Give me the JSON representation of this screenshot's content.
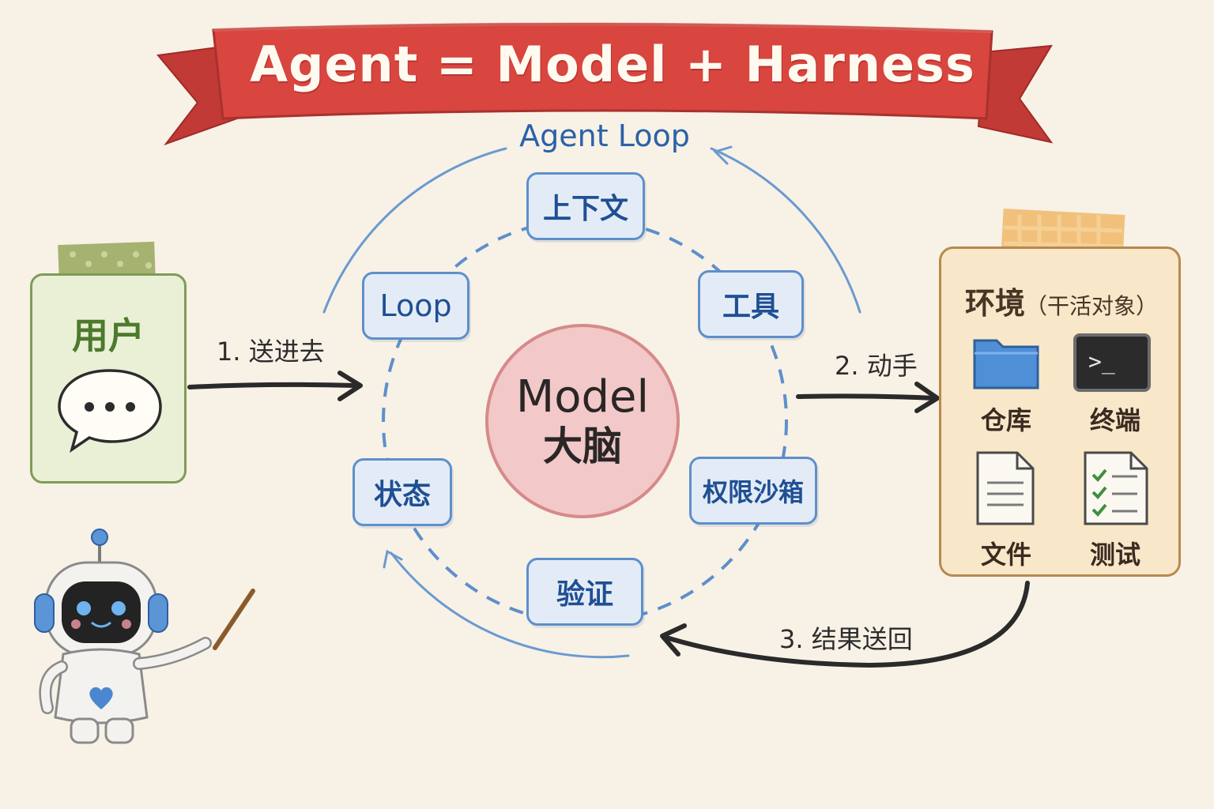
{
  "title": "Agent = Model + Harness",
  "loop": {
    "label": "Agent Loop",
    "center": {
      "line1": "Model",
      "line2": "大脑"
    },
    "nodes": {
      "context": "上下文",
      "tools": "工具",
      "sandbox": "权限沙箱",
      "verify": "验证",
      "state": "状态",
      "loop": "Loop"
    }
  },
  "user": {
    "title": "用户"
  },
  "environment": {
    "title": "环境",
    "subtitle": "（干活对象）",
    "items": {
      "repo": "仓库",
      "terminal": "终端",
      "files": "文件",
      "tests": "测试"
    },
    "terminal_prompt": ">_"
  },
  "steps": {
    "send": "1. 送进去",
    "act": "2. 动手",
    "return": "3. 结果送回"
  },
  "colors": {
    "banner": "#d9453f",
    "loop_blue": "#5e8fcb",
    "node_fill": "#e3ecf6",
    "model_fill": "#f2c8c8",
    "user_green": "#7e9c58",
    "env_brown": "#b8894f"
  }
}
